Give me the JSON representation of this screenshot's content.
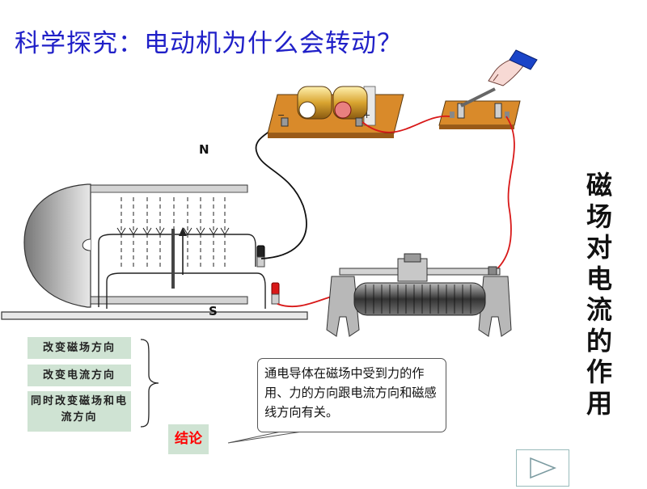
{
  "slide": {
    "title": "科学探究：电动机为什么会转动？",
    "side_title": [
      "磁",
      "场",
      "对",
      "电",
      "流",
      "的",
      "作",
      "用"
    ],
    "poles": {
      "north": "N",
      "south": "S"
    },
    "options": [
      {
        "label": "改变磁场方向"
      },
      {
        "label": "改变电流方向"
      },
      {
        "label": "同时改变磁场和电流方向"
      }
    ],
    "conclusion_label": "结论",
    "conclusion_text": "通电导体在磁场中受到力的作用、力的方向跟电流方向和磁感线方向有关。",
    "colors": {
      "title": "#2020c8",
      "wire": "#d81818",
      "board": "#d98a2a",
      "option_bg": "#cfe3d3",
      "conclusion_text": "#ff0000"
    },
    "controls": {
      "next_icon": "play-triangle-icon"
    }
  }
}
